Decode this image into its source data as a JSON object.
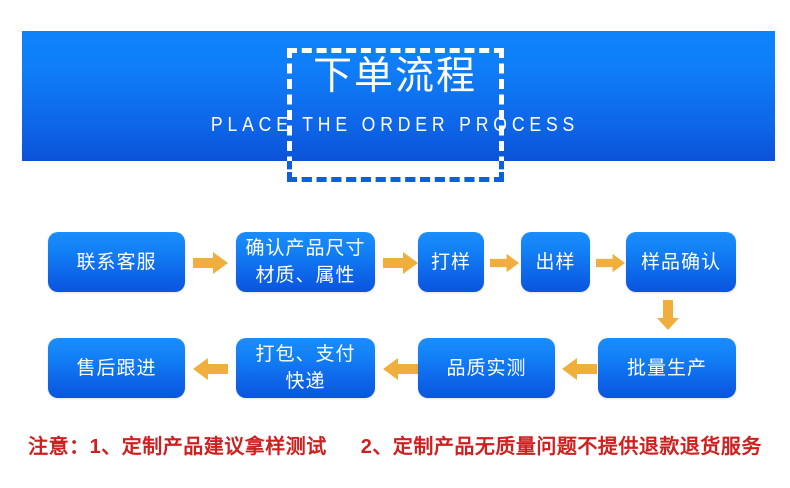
{
  "colors": {
    "banner_top": "#0d83fb",
    "banner_bottom": "#0b52d8",
    "node_top": "#1b8dfc",
    "node_bottom": "#0a55de",
    "arrow": "#f0ae3c",
    "note_red": "#cf2020",
    "text_white": "#ffffff"
  },
  "header": {
    "title": "下单流程",
    "subtitle": "PLACE THE ORDER PROCESS"
  },
  "flow": {
    "nodes": [
      {
        "id": "contact-service",
        "label": "联系客服"
      },
      {
        "id": "confirm-specs",
        "label": "确认产品尺寸\n材质、属性"
      },
      {
        "id": "make-sample",
        "label": "打样"
      },
      {
        "id": "deliver-sample",
        "label": "出样"
      },
      {
        "id": "confirm-sample",
        "label": "样品确认"
      },
      {
        "id": "mass-production",
        "label": "批量生产"
      },
      {
        "id": "quality-test",
        "label": "品质实测"
      },
      {
        "id": "pack-pay-ship",
        "label": "打包、支付\n快递"
      },
      {
        "id": "after-sales",
        "label": "售后跟进"
      }
    ],
    "arrows": [
      {
        "id": "arrow-1",
        "direction": "right"
      },
      {
        "id": "arrow-2",
        "direction": "right"
      },
      {
        "id": "arrow-3",
        "direction": "right"
      },
      {
        "id": "arrow-4",
        "direction": "right"
      },
      {
        "id": "arrow-5",
        "direction": "down"
      },
      {
        "id": "arrow-6",
        "direction": "left"
      },
      {
        "id": "arrow-7",
        "direction": "left"
      },
      {
        "id": "arrow-8",
        "direction": "left"
      }
    ]
  },
  "footer": {
    "note_1": "注意：1、定制产品建议拿样测试",
    "note_2": "2、定制产品无质量问题不提供退款退货服务"
  }
}
